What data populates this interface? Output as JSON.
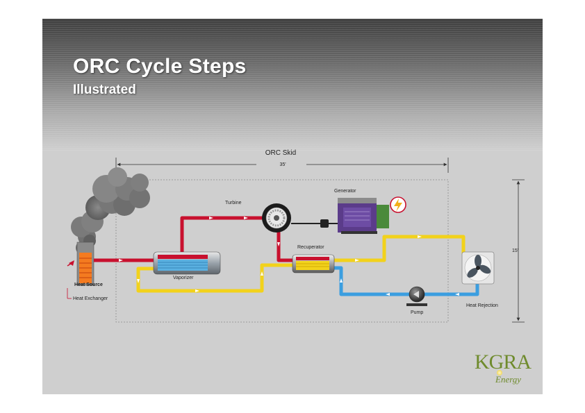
{
  "slide": {
    "title": "ORC Cycle Steps",
    "subtitle": "Illustrated"
  },
  "diagram": {
    "skid_label": "ORC Skid",
    "width_dim": "35'",
    "height_dim": "15'",
    "labels": {
      "turbine": "Turbine",
      "generator": "Generator",
      "vaporizer": "Vaporizer",
      "recuperator": "Recuperator",
      "heat_source": "Heat Source",
      "heat_exchanger": "Heat Exchanger",
      "pump": "Pump",
      "heat_rejection": "Heat Rejection"
    },
    "colors": {
      "hot_line": "#c8102e",
      "warm_line": "#f2d21b",
      "cold_line": "#3b9ee0",
      "accent": "#6f8b2d"
    }
  },
  "logo": {
    "brand": "KGRA",
    "tagline": "Energy"
  }
}
